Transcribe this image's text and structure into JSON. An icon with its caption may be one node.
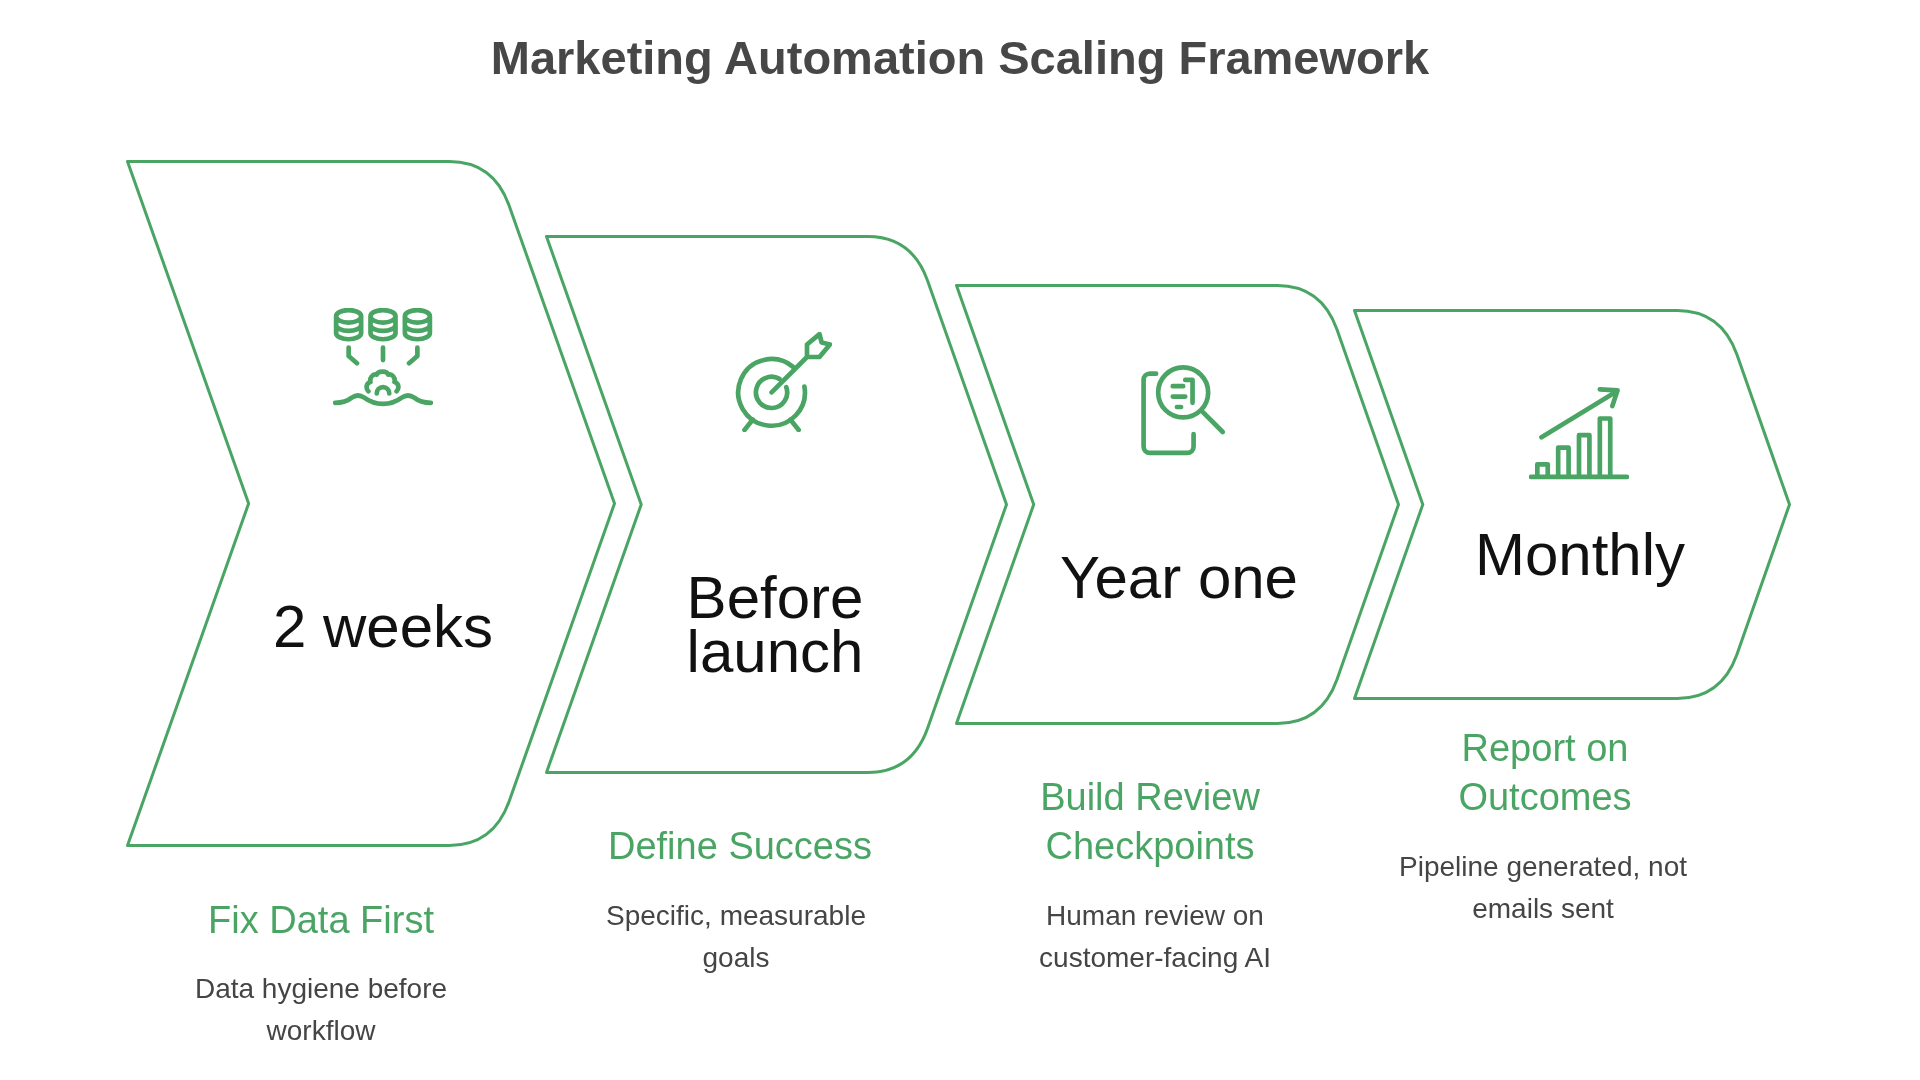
{
  "diagram": {
    "title": "Marketing Automation Scaling Framework",
    "nodes": [
      {
        "text": [
          "2 weeks",
          "Fix Data First",
          "Data hygiene before workflow"
        ]
      },
      {
        "text": [
          "Before launch",
          "Define Success",
          "Specific, measurable goals"
        ]
      },
      {
        "text": [
          "Year one",
          "Build Review Checkpoints",
          "Human review on customer-facing AI"
        ]
      },
      {
        "text": [
          "Monthly",
          "Report on Outcomes",
          "Pipeline generated, not emails sent"
        ]
      }
    ]
  }
}
